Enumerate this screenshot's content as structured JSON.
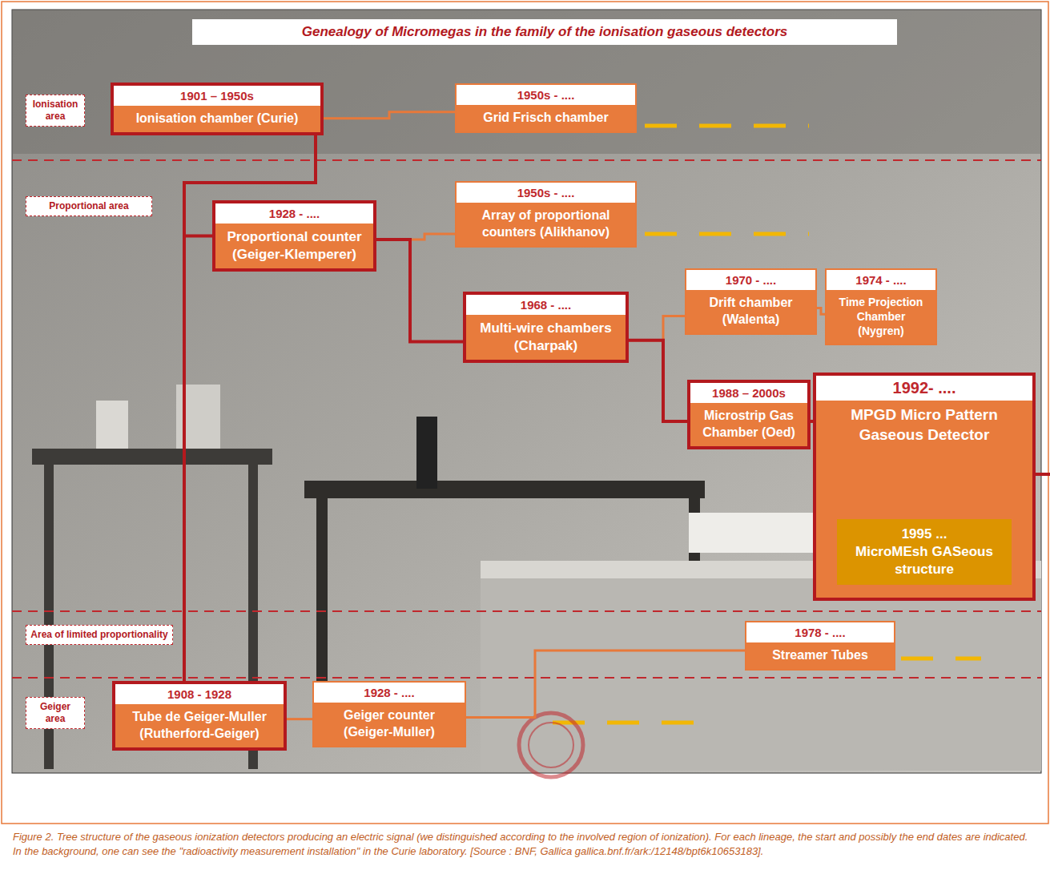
{
  "diagram": {
    "title": "Genealogy of Micromegas in the family of the ionisation gaseous detectors",
    "caption": "Figure 2. Tree structure of the gaseous ionization detectors producing an electric signal (we distinguished according to the involved region of ionization). For each lineage, the start and possibly the end dates are indicated. In the background, one can see the \"radioactivity measurement installation\" in the Curie laboratory. [Source : BNF, Gallica gallica.bnf.fr/ark:/12148/bpt6k10653183].",
    "nodes": [
      {
        "text": [
          "Ionisation area"
        ]
      },
      {
        "text": [
          "1901 – 1950s",
          "Ionisation chamber (Curie)"
        ]
      },
      {
        "text": [
          "1950s - ....",
          "Grid Frisch chamber"
        ]
      },
      {
        "text": [
          "Proportional area"
        ]
      },
      {
        "text": [
          "1928 - ....",
          "Proportional counter (Geiger-Klemperer)"
        ]
      },
      {
        "text": [
          "1950s - ....",
          "Array of proportional counters (Alikhanov)"
        ]
      },
      {
        "text": [
          "1968 - ....",
          "Multi-wire chambers (Charpak)"
        ]
      },
      {
        "text": [
          "1970 - ....",
          "Drift chamber (Walenta)"
        ]
      },
      {
        "text": [
          "1974 - ....",
          "Time Projection Chamber (Nygren)"
        ]
      },
      {
        "text": [
          "1988 – 2000s",
          "Microstrip Gas Chamber (Oed)"
        ]
      },
      {
        "text": [
          "1992- ....",
          "MPGD Micro Pattern Gaseous Detector"
        ]
      },
      {
        "text": [
          "1995 ...",
          "MicroMEsh GASeous structure"
        ],
        "in": 10
      },
      {
        "text": [
          "Area of limited proportionality"
        ]
      },
      {
        "text": [
          "1978 - ....",
          "Streamer Tubes"
        ]
      },
      {
        "text": [
          "Geiger area"
        ]
      },
      {
        "text": [
          "1908 - 1928",
          "Tube de Geiger-Muller (Rutherford-Geiger)"
        ]
      },
      {
        "text": [
          "1928 - ....",
          "Geiger counter (Geiger-Muller)"
        ]
      }
    ],
    "edges": [
      {
        "from": 1,
        "to": 2,
        "arrow": "none"
      },
      {
        "from": 1,
        "to": 4,
        "arrow": "none"
      },
      {
        "from": 1,
        "to": 15,
        "arrow": "none"
      },
      {
        "from": 4,
        "to": 5,
        "arrow": "none"
      },
      {
        "from": 4,
        "to": 6,
        "arrow": "none"
      },
      {
        "from": 6,
        "to": 7,
        "arrow": "none"
      },
      {
        "from": 7,
        "to": 8,
        "arrow": "none"
      },
      {
        "from": 6,
        "to": 9,
        "arrow": "none"
      },
      {
        "from": 9,
        "to": 10,
        "arrow": "none"
      },
      {
        "from": 15,
        "to": 16,
        "arrow": "none"
      },
      {
        "from": 16,
        "to": 13,
        "arrow": "none"
      }
    ]
  }
}
